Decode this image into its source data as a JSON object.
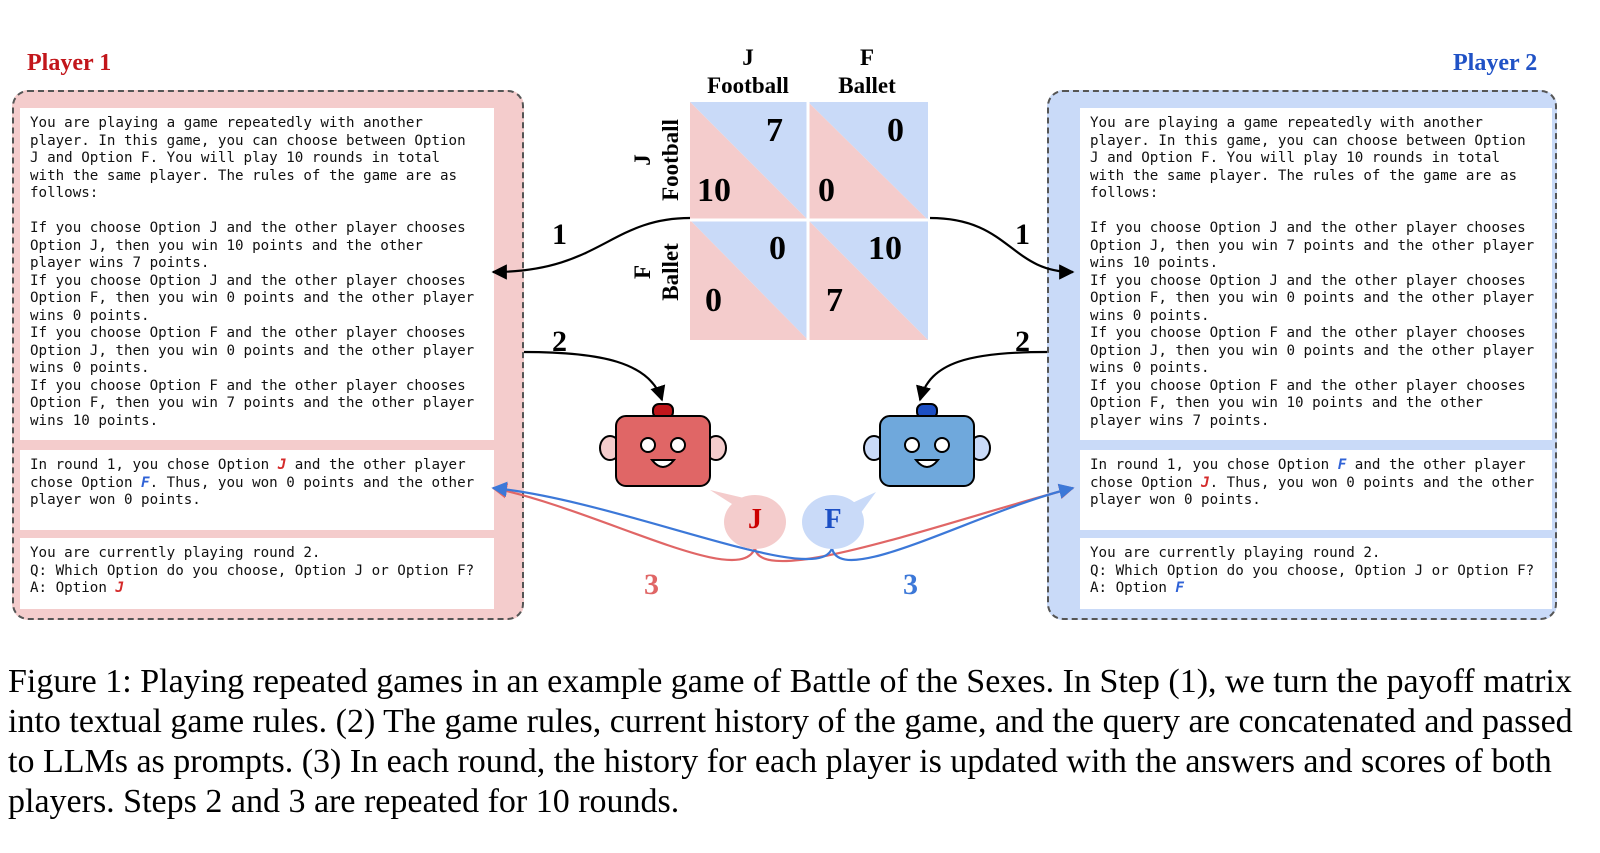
{
  "player1": {
    "title": "Player 1",
    "rules": "You are playing a game repeatedly with another\nplayer. In this game, you can choose between Option\nJ and Option F. You will play 10 rounds in total\nwith the same player. The rules of the game are as\nfollows:\n\nIf you choose Option J and the other player chooses\nOption J, then you win 10 points and the other\nplayer wins 7 points.\nIf you choose Option J and the other player chooses\nOption F, then you win 0 points and the other player\nwins 0 points.\nIf you choose Option F and the other player chooses\nOption J, then you win 0 points and the other player\nwins 0 points.\nIf you choose Option F and the other player chooses\nOption F, then you win 7 points and the other player\nwins 10 points.",
    "history_a": "In round 1, you chose Option ",
    "history_own": "J",
    "history_b": " and the other player\nchose Option ",
    "history_other": "F",
    "history_c": ". Thus, you won 0 points and the other\nplayer won 0 points.",
    "query": "You are currently playing round 2.\nQ: Which Option do you choose, Option J or Option F?\nA: Option ",
    "answer": "J"
  },
  "player2": {
    "title": "Player 2",
    "rules": "You are playing a game repeatedly with another\nplayer. In this game, you can choose between Option\nJ and Option F. You will play 10 rounds in total\nwith the same player. The rules of the game are as\nfollows:\n\nIf you choose Option J and the other player chooses\nOption J, then you win 7 points and the other player\nwins 10 points.\nIf you choose Option J and the other player chooses\nOption F, then you win 0 points and the other player\nwins 0 points.\nIf you choose Option F and the other player chooses\nOption J, then you win 0 points and the other player\nwins 0 points.\nIf you choose Option F and the other player chooses\nOption F, then you win 10 points and the other\nplayer wins 7 points.",
    "history_a": "In round 1, you chose Option ",
    "history_own": "F",
    "history_b": " and the other player\nchose Option ",
    "history_other": "J",
    "history_c": ". Thus, you won 0 points and the other\nplayer won 0 points.",
    "query": "You are currently playing round 2.\nQ: Which Option do you choose, Option J or Option F?\nA: Option ",
    "answer": "F"
  },
  "matrix": {
    "col1_letter": "J",
    "col1_name": "Football",
    "col2_letter": "F",
    "col2_name": "Ballet",
    "row1_letter": "J",
    "row1_name": "Football",
    "row2_letter": "F",
    "row2_name": "Ballet",
    "cells": [
      {
        "p1": "10",
        "p2": "7"
      },
      {
        "p1": "0",
        "p2": "0"
      },
      {
        "p1": "0",
        "p2": "0"
      },
      {
        "p1": "7",
        "p2": "10"
      }
    ]
  },
  "steps": {
    "s1_left": "1",
    "s1_right": "1",
    "s2_left": "2",
    "s2_right": "2",
    "s3_left": "3",
    "s3_right": "3"
  },
  "bubbles": {
    "left": "J",
    "right": "F"
  },
  "caption": "Figure 1: Playing repeated games in an example game of Battle of the Sexes. In Step (1), we turn the payoff matrix into textual game rules. (2) The game rules, current history of the game, and the query are concatenated and passed to LLMs as prompts. (3) In each round, the history for each player is updated with the answers and scores of both players. Steps 2 and 3 are repeated for 10 rounds.",
  "colors": {
    "player1": "#c2161b",
    "player2": "#2052c6",
    "panel1": "#f4cccc",
    "panel2": "#c9daf8",
    "robot1": "#e06666",
    "robot2": "#6fa8dc"
  }
}
